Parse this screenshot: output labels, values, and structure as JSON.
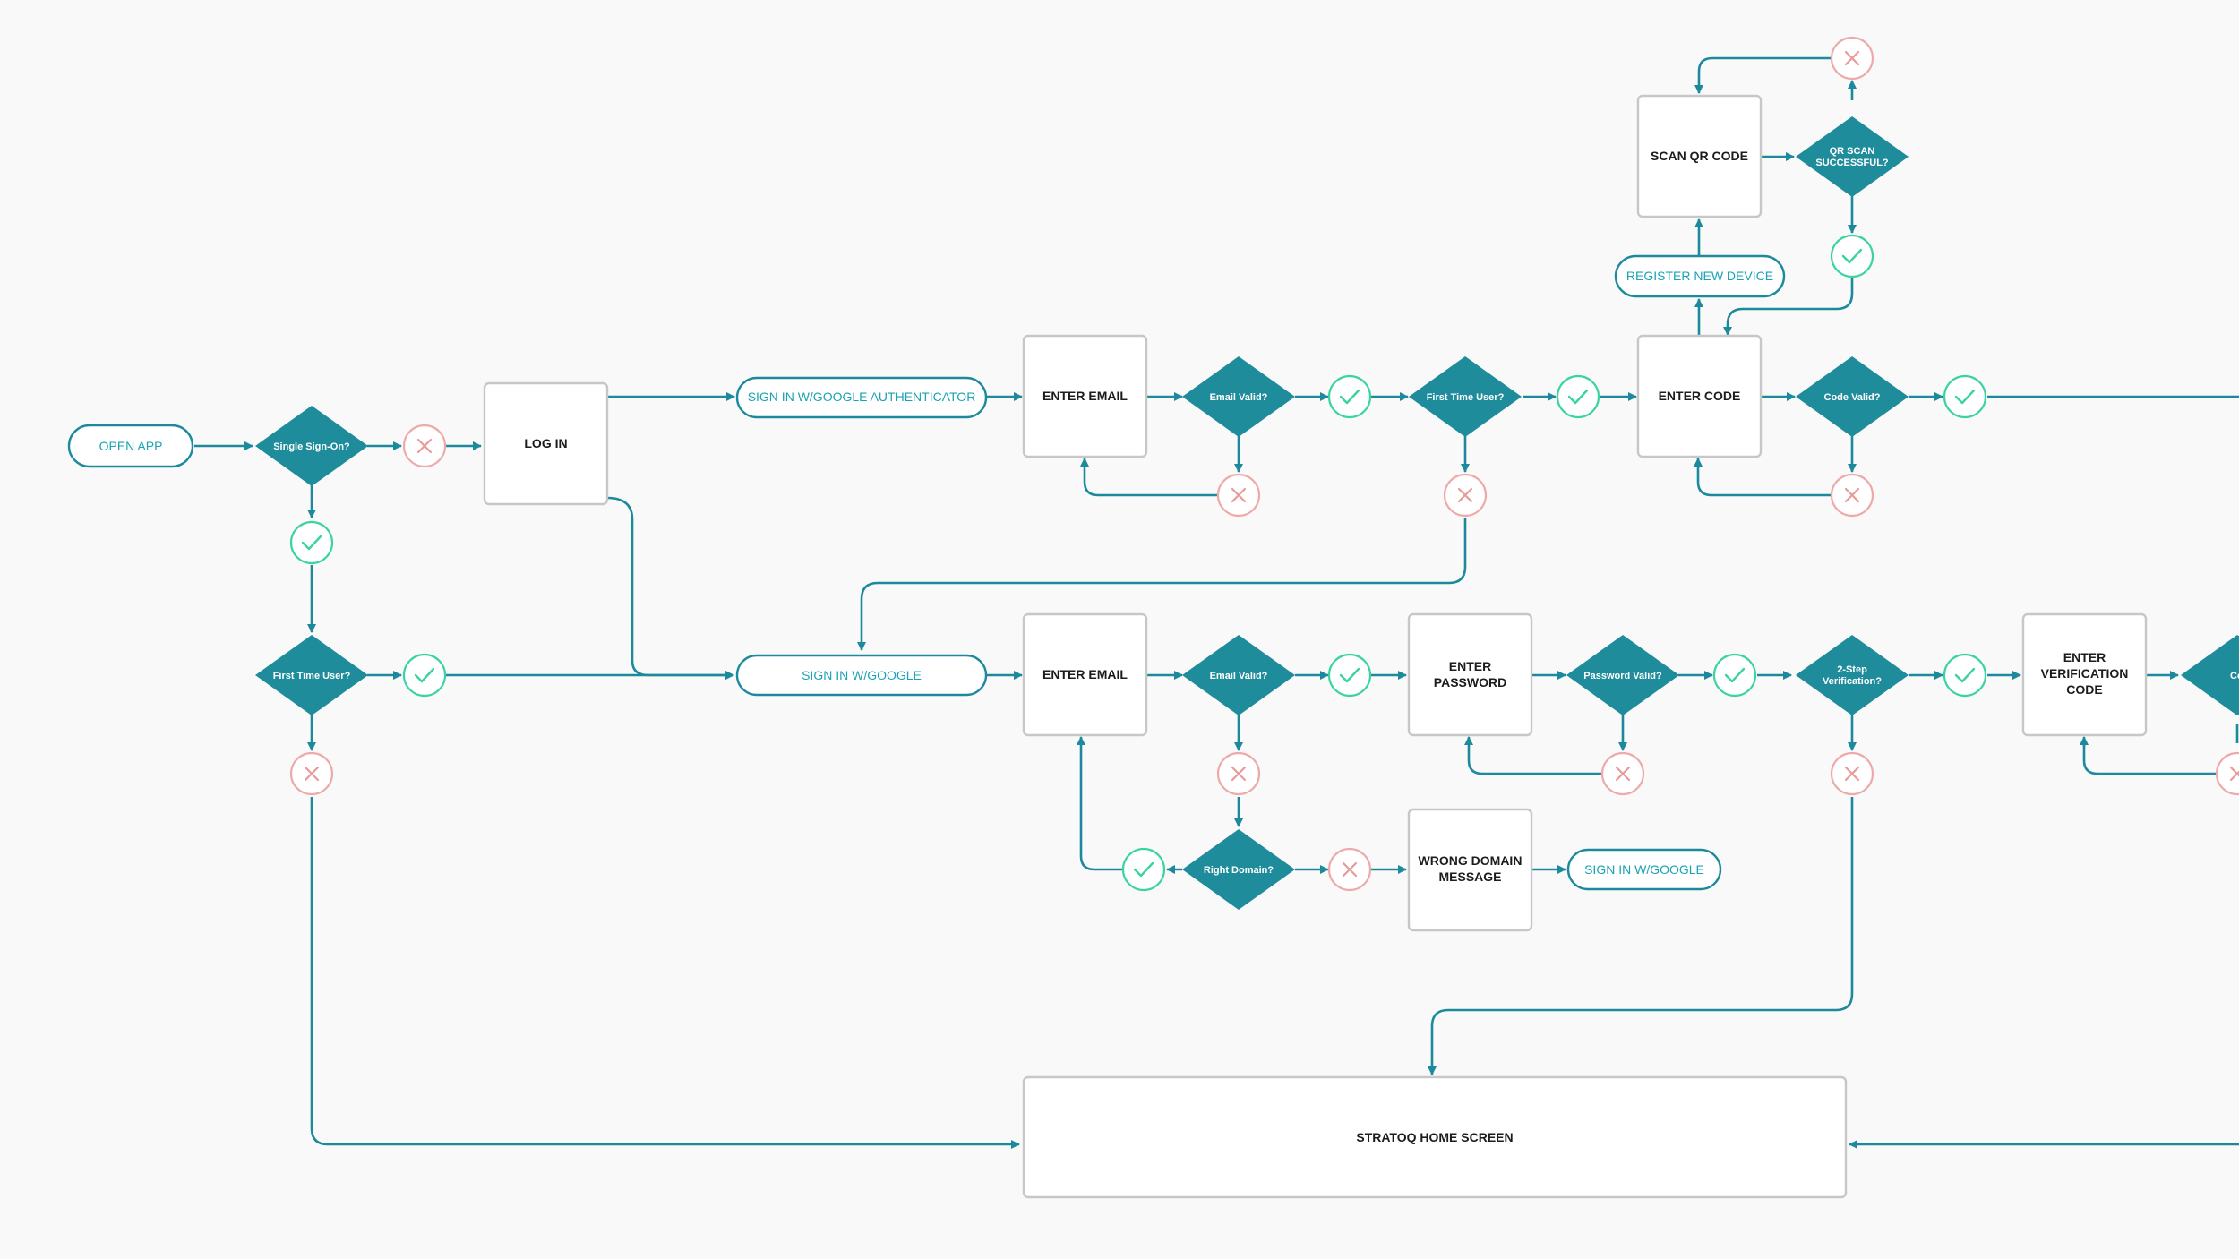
{
  "diagram": {
    "colors": {
      "connector": "#1c8a9c",
      "decision_fill": "#1f8c9c",
      "pill_text": "#1aa3b4",
      "yes": "#3bd3a2",
      "no": "#e89a9a",
      "background": "#f9f9f9"
    },
    "nodes": {
      "open_app": "OPEN APP",
      "single_sign_on": "Single Sign-On?",
      "log_in": "LOG IN",
      "first_time_user_left": "First Time User?",
      "sign_in_authenticator": "SIGN IN W/GOOGLE AUTHENTICATOR",
      "enter_email_top": "ENTER EMAIL",
      "email_valid_top": "Email Valid?",
      "first_time_user_top": "First Time User?",
      "enter_code": "ENTER CODE",
      "code_valid_top": "Code Valid?",
      "scan_qr_code": "SCAN QR CODE",
      "qr_scan_line1": "QR SCAN",
      "qr_scan_line2": "SUCCESSFUL?",
      "register_new_device": "REGISTER NEW DEVICE",
      "sign_in_google_main": "SIGN IN W/GOOGLE",
      "enter_email_mid": "ENTER EMAIL",
      "email_valid_mid": "Email Valid?",
      "enter_password_line1": "ENTER",
      "enter_password_line2": "PASSWORD",
      "password_valid": "Password Valid?",
      "two_step_line1": "2-Step",
      "two_step_line2": "Verification?",
      "enter_verification_line1": "ENTER",
      "enter_verification_line2": "VERIFICATION",
      "enter_verification_line3": "CODE",
      "code_valid_cut": "Code V",
      "right_domain": "Right Domain?",
      "wrong_domain_line1": "WRONG DOMAIN",
      "wrong_domain_line2": "MESSAGE",
      "sign_in_google_retry": "SIGN IN W/GOOGLE",
      "home_screen": "STRATOQ HOME SCREEN"
    }
  }
}
